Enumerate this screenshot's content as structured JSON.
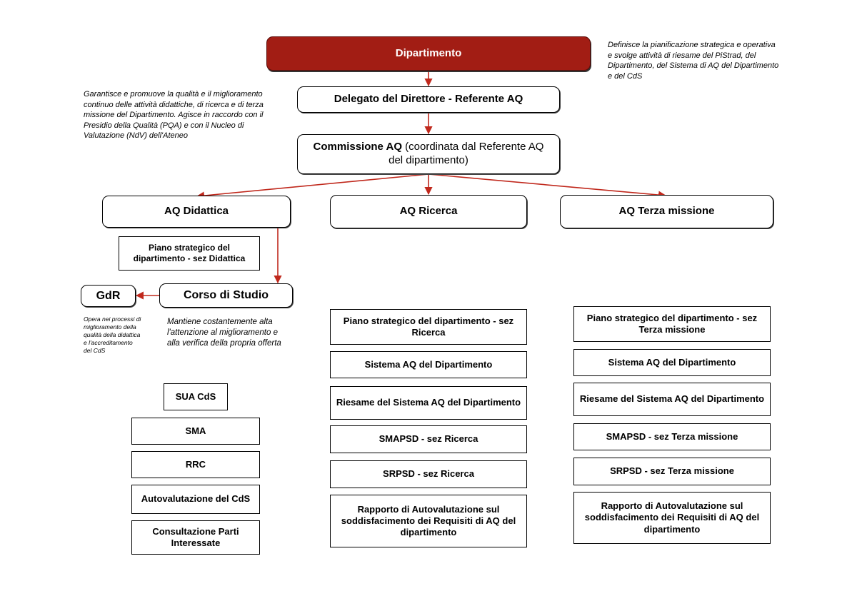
{
  "colors": {
    "accent": "#a21d14",
    "connector": "#c0281c"
  },
  "notes": {
    "dipartimento": "Definisce la pianificazione strategica e operativa e svolge attività di riesame del PiStrad, del Dipartimento, del Sistema di AQ del Dipartimento e del CdS",
    "delegato": "Garantisce e promuove la qualità e il miglioramento continuo delle attività didattiche, di ricerca e di terza missione del Dipartimento. Agisce in raccordo con il Presidio della Qualità (PQA) e con il Nucleo di Valutazione (NdV) dell'Ateneo",
    "gdr": "Opera nei processi di miglioramento della qualità della didattica e l'accreditamento del CdS",
    "corso": "Mantiene costantemente alta l'attenzione al miglioramento e alla verifica della propria offerta"
  },
  "nodes": {
    "dipartimento": "Dipartimento",
    "delegato": "Delegato del Direttore - Referente AQ",
    "commissione_bold": "Commissione AQ",
    "commissione_rest": " (coordinata dal Referente AQ del dipartimento)",
    "aq_didattica": "AQ Didattica",
    "aq_ricerca": "AQ Ricerca",
    "aq_terza": "AQ Terza missione",
    "piano_didattica": "Piano strategico del dipartimento - sez Didattica",
    "gdr": "GdR",
    "corso": "Corso di Studio"
  },
  "didattica_items": [
    "SUA CdS",
    "SMA",
    "RRC",
    "Autovalutazione del CdS",
    "Consultazione Parti Interessate"
  ],
  "ricerca_items": [
    "Piano strategico del dipartimento - sez Ricerca",
    "Sistema AQ del Dipartimento",
    "Riesame del Sistema AQ del Dipartimento",
    "SMAPSD - sez Ricerca",
    "SRPSD - sez Ricerca",
    "Rapporto di Autovalutazione sul soddisfacimento dei Requisiti di AQ del dipartimento"
  ],
  "terza_items": [
    "Piano strategico del dipartimento - sez Terza missione",
    "Sistema AQ del Dipartimento",
    "Riesame del Sistema AQ del Dipartimento",
    "SMAPSD - sez Terza missione",
    "SRPSD - sez Terza missione",
    "Rapporto di Autovalutazione sul soddisfacimento dei Requisiti di AQ del dipartimento"
  ]
}
